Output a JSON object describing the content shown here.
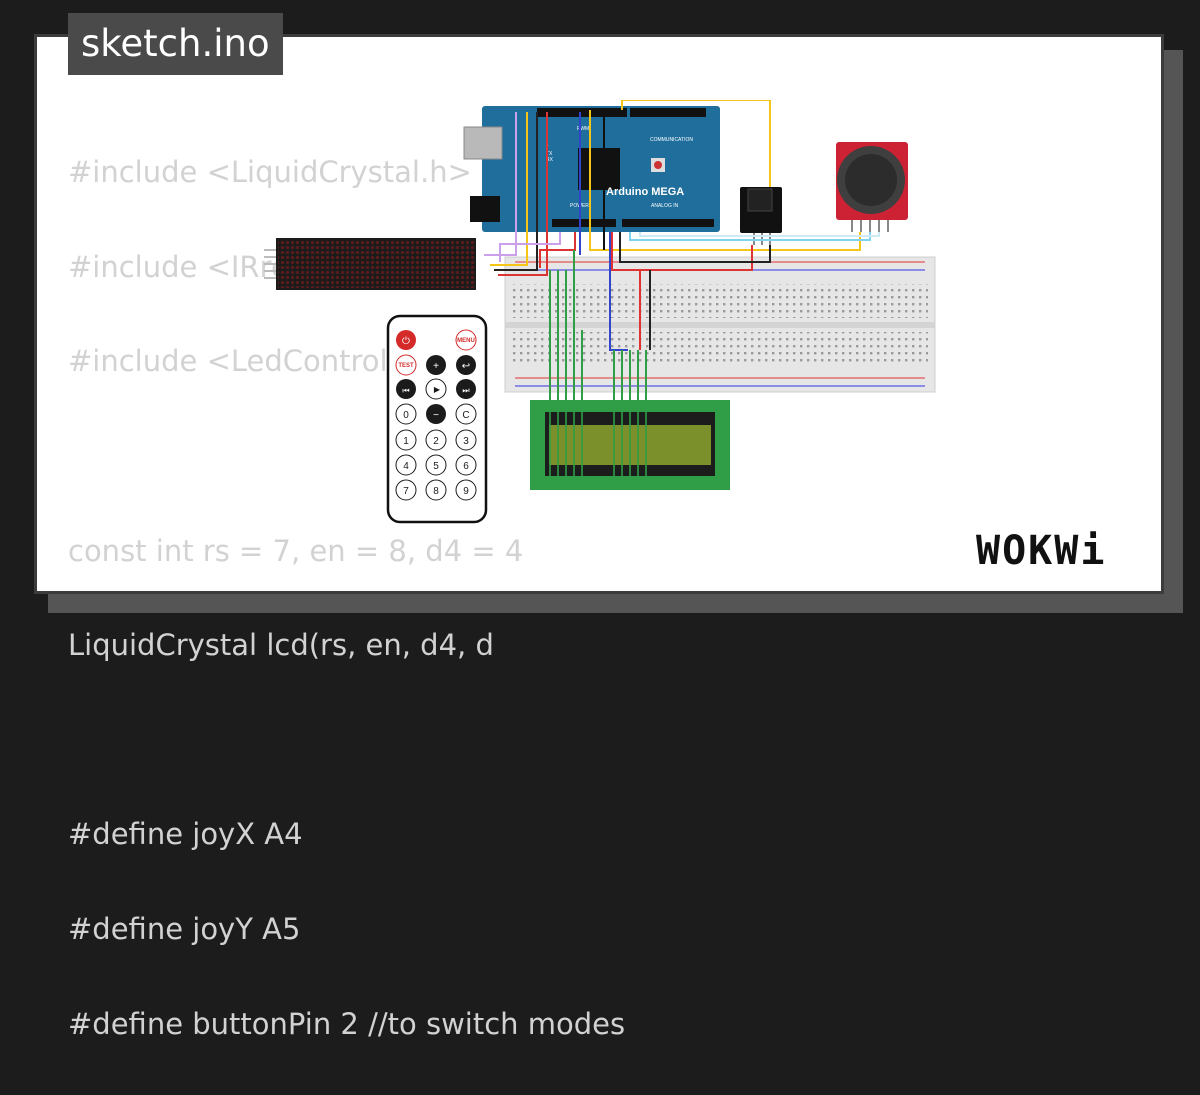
{
  "tab": {
    "filename": "sketch.ino"
  },
  "code_lines": [
    "#include <LiquidCrystal.h>",
    "#include <IRremote.hpp>",
    "#include <LedControl.h>",
    "",
    "const int rs = 7, en = 8, d4 = 4",
    "LiquidCrystal lcd(rs, en, d4, d",
    "",
    "#define joyX A4",
    "#define joyY A5",
    "#define buttonPin 2 //to switch modes"
  ],
  "arduino": {
    "label": "Arduino MEGA",
    "communication": "COMMUNICATION",
    "power": "POWER",
    "analog_in": "ANALOG IN",
    "pwm": "PWM"
  },
  "remote": {
    "power": "⏻",
    "menu": "MENU",
    "test": "TEST",
    "plus": "+",
    "back": "↩",
    "prev": "⏮",
    "play": "▶",
    "next": "⏭",
    "zero": "0",
    "minus": "−",
    "c": "C",
    "n1": "1",
    "n2": "2",
    "n3": "3",
    "n4": "4",
    "n5": "5",
    "n6": "6",
    "n7": "7",
    "n8": "8",
    "n9": "9"
  },
  "logo": {
    "text": "WOKWi"
  },
  "colors": {
    "arduino_blue": "#1f6e9c",
    "joystick_red": "#cc2233",
    "lcd_green": "#2f9e46",
    "wire_yellow": "#f5c518"
  }
}
